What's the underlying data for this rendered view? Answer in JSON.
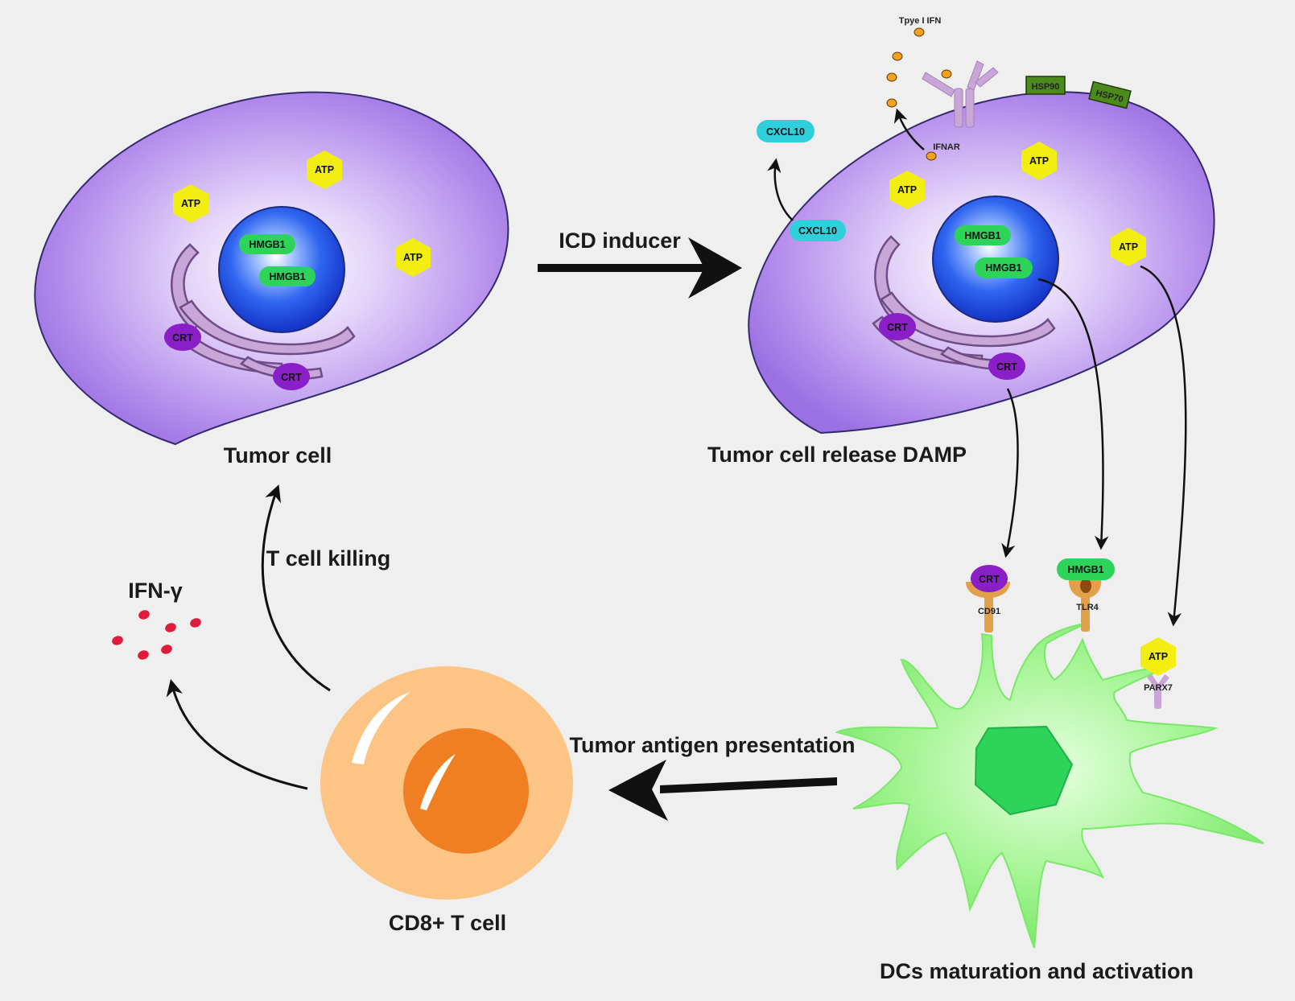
{
  "labels": {
    "tumor_cell": "Tumor cell",
    "icd_inducer": "ICD inducer",
    "tumor_release": "Tumor cell release DAMP",
    "dc_caption": "DCs maturation and activation",
    "antigen_presentation": "Tumor antigen presentation",
    "cd8_caption": "CD8+ T cell",
    "t_cell_killing": "T cell killing",
    "ifn_gamma": "IFN-γ"
  },
  "molecules": {
    "atp": "ATP",
    "hmgb1": "HMGB1",
    "crt": "CRT",
    "cxcl10": "CXCL10",
    "hsp90": "HSP90",
    "hsp70": "HSP70",
    "ifnar": "IFNAR",
    "type1_ifn": "Tpye I IFN"
  },
  "receptors": {
    "cd91": "CD91",
    "tlr4": "TLR4",
    "parx7": "PARX7"
  },
  "colors": {
    "background": "#efefef",
    "tumor_cytoplasm": "#a57ee8",
    "nucleus": "#1b4fe0",
    "golgi": "#c9a6d8",
    "atp": "#f2ee12",
    "hmgb1": "#2ed45a",
    "crt": "#8a1fc7",
    "cxcl10": "#2fd0dc",
    "hsp": "#4d8a1c",
    "ifn": "#f2a020",
    "ifn_gamma_dots": "#e01c3c",
    "dc_body": "#8cf07c",
    "dc_nucleus": "#2ed45a",
    "receptor": "#e2a04a",
    "tcell_outer": "#fcc585",
    "tcell_nucleus": "#ef7f22"
  }
}
